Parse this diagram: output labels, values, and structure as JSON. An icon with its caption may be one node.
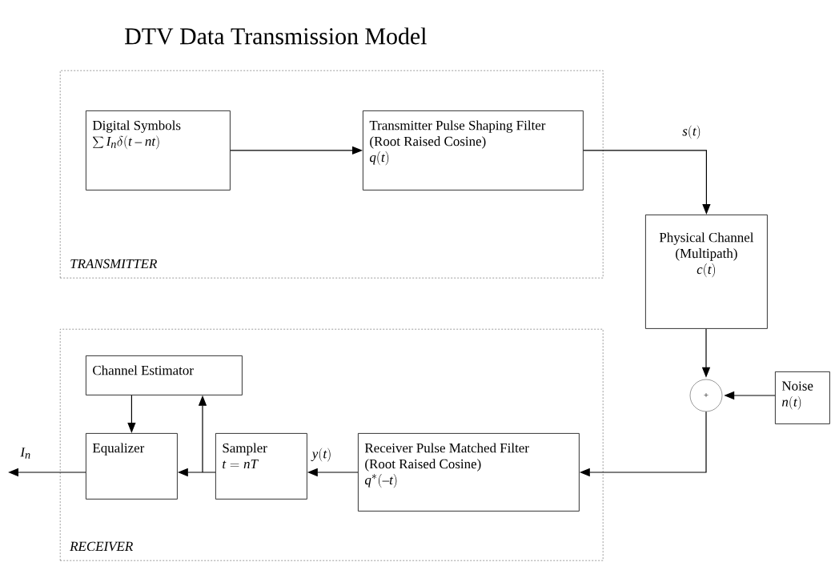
{
  "diagram": {
    "title": "DTV Data Transmission Model",
    "nodes": [
      {
        "text": [
          "TRANSMITTER"
        ]
      },
      {
        "text": [
          "Digital Symbols",
          "\\sum I_n\\delta(t-nt)"
        ],
        "in": 0
      },
      {
        "text": [
          "Transmitter Pulse Shaping Filter (Root Raised Cosine)",
          "q(t)"
        ],
        "in": 0
      },
      {
        "text": [
          "Physical Channel (Multipath)",
          "c(t)"
        ]
      },
      {
        "text": [
          "+"
        ]
      },
      {
        "text": [
          "Noise",
          "n(t)"
        ]
      },
      {
        "text": [
          "RECEIVER"
        ]
      },
      {
        "text": [
          "Channel Estimator"
        ],
        "in": 6
      },
      {
        "text": [
          "Equalizer"
        ],
        "in": 6
      },
      {
        "text": [
          "Sampler",
          "t = nT"
        ],
        "in": 6
      },
      {
        "text": [
          "Receiver Pulse Matched Filter (Root Raised Cosine)",
          "q^{*}(-t)"
        ],
        "in": 6
      }
    ],
    "edges": [
      {
        "from": 1,
        "to": 2,
        "arrow": "to"
      },
      {
        "from": 2,
        "to": 3,
        "arrow": "to",
        "label": "s(t)"
      },
      {
        "from": 3,
        "to": 4,
        "arrow": "to"
      },
      {
        "from": 5,
        "to": 4,
        "arrow": "to"
      },
      {
        "from": 4,
        "to": 10,
        "arrow": "to"
      },
      {
        "from": 10,
        "to": 9,
        "arrow": "to",
        "label": "y(t)"
      },
      {
        "from": 9,
        "to": 8,
        "arrow": "to"
      },
      {
        "from": 9,
        "to": 7,
        "arrow": "to"
      },
      {
        "from": 7,
        "to": 8,
        "arrow": "to"
      },
      {
        "from": 8,
        "to": null,
        "arrow": "to",
        "label": "I_n"
      }
    ]
  }
}
